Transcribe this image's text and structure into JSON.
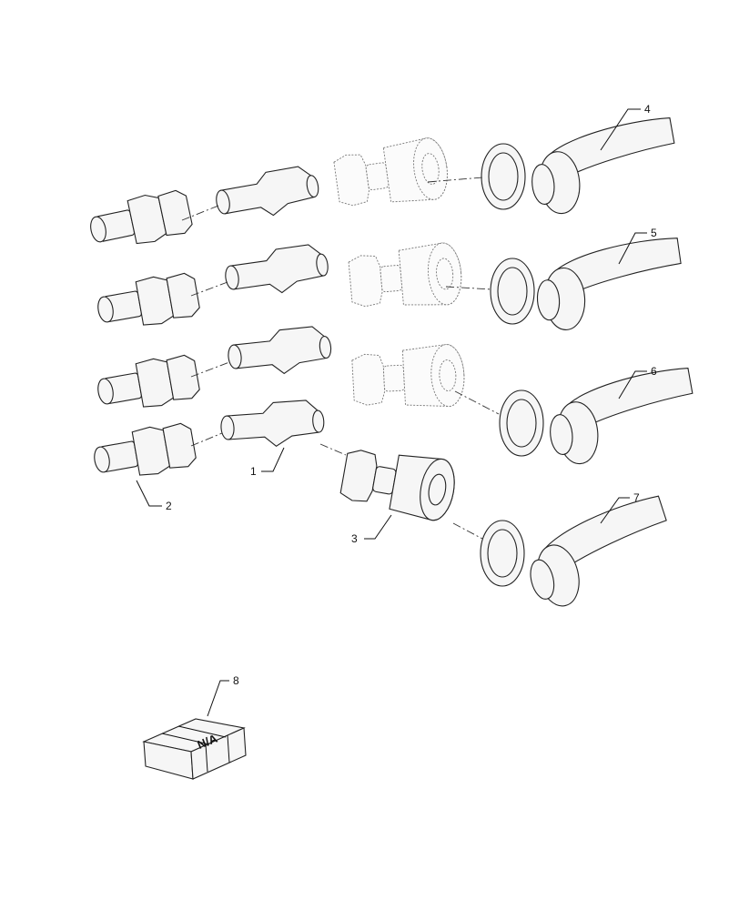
{
  "callouts": {
    "c1": "1",
    "c2": "2",
    "c3": "3",
    "c4": "4",
    "c5": "5",
    "c6": "6",
    "c7": "7",
    "c8": "8"
  },
  "kit_box_mark": "N/A"
}
